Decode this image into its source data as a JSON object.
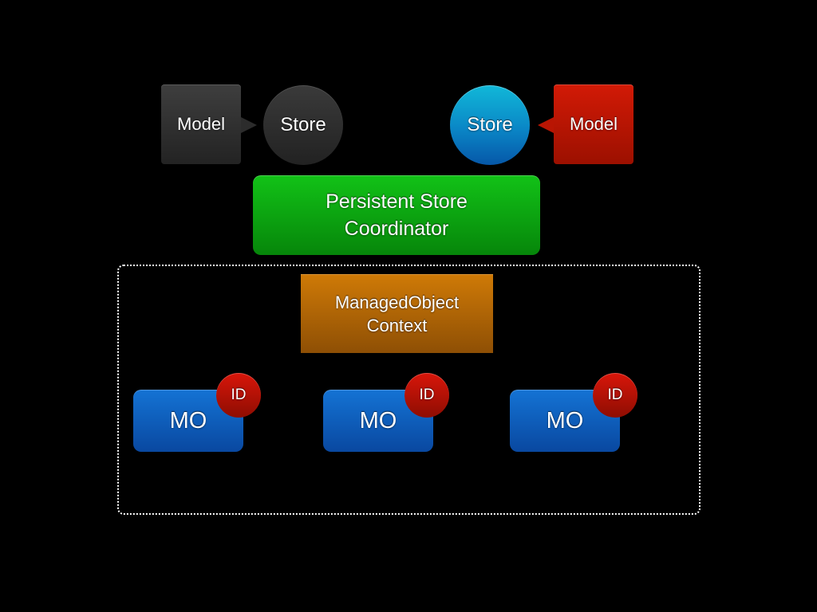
{
  "diagram": {
    "left_stack": {
      "model_label": "Model",
      "store_label": "Store",
      "model_color": "#2e2e2e",
      "store_color": "#2e2e2e"
    },
    "right_stack": {
      "model_label": "Model",
      "store_label": "Store",
      "model_color": "#b91503",
      "store_color": "#0a86c6"
    },
    "coordinator": {
      "label": "Persistent Store\nCoordinator",
      "color": "#0aa80f"
    },
    "context": {
      "label": "ManagedObject\nContext",
      "color": "#b06505"
    },
    "managed_objects": [
      {
        "label": "MO",
        "id_label": "ID"
      },
      {
        "label": "MO",
        "id_label": "ID"
      },
      {
        "label": "MO",
        "id_label": "ID"
      }
    ],
    "mo_color": "#0d5cb8",
    "id_color": "#b81106"
  }
}
